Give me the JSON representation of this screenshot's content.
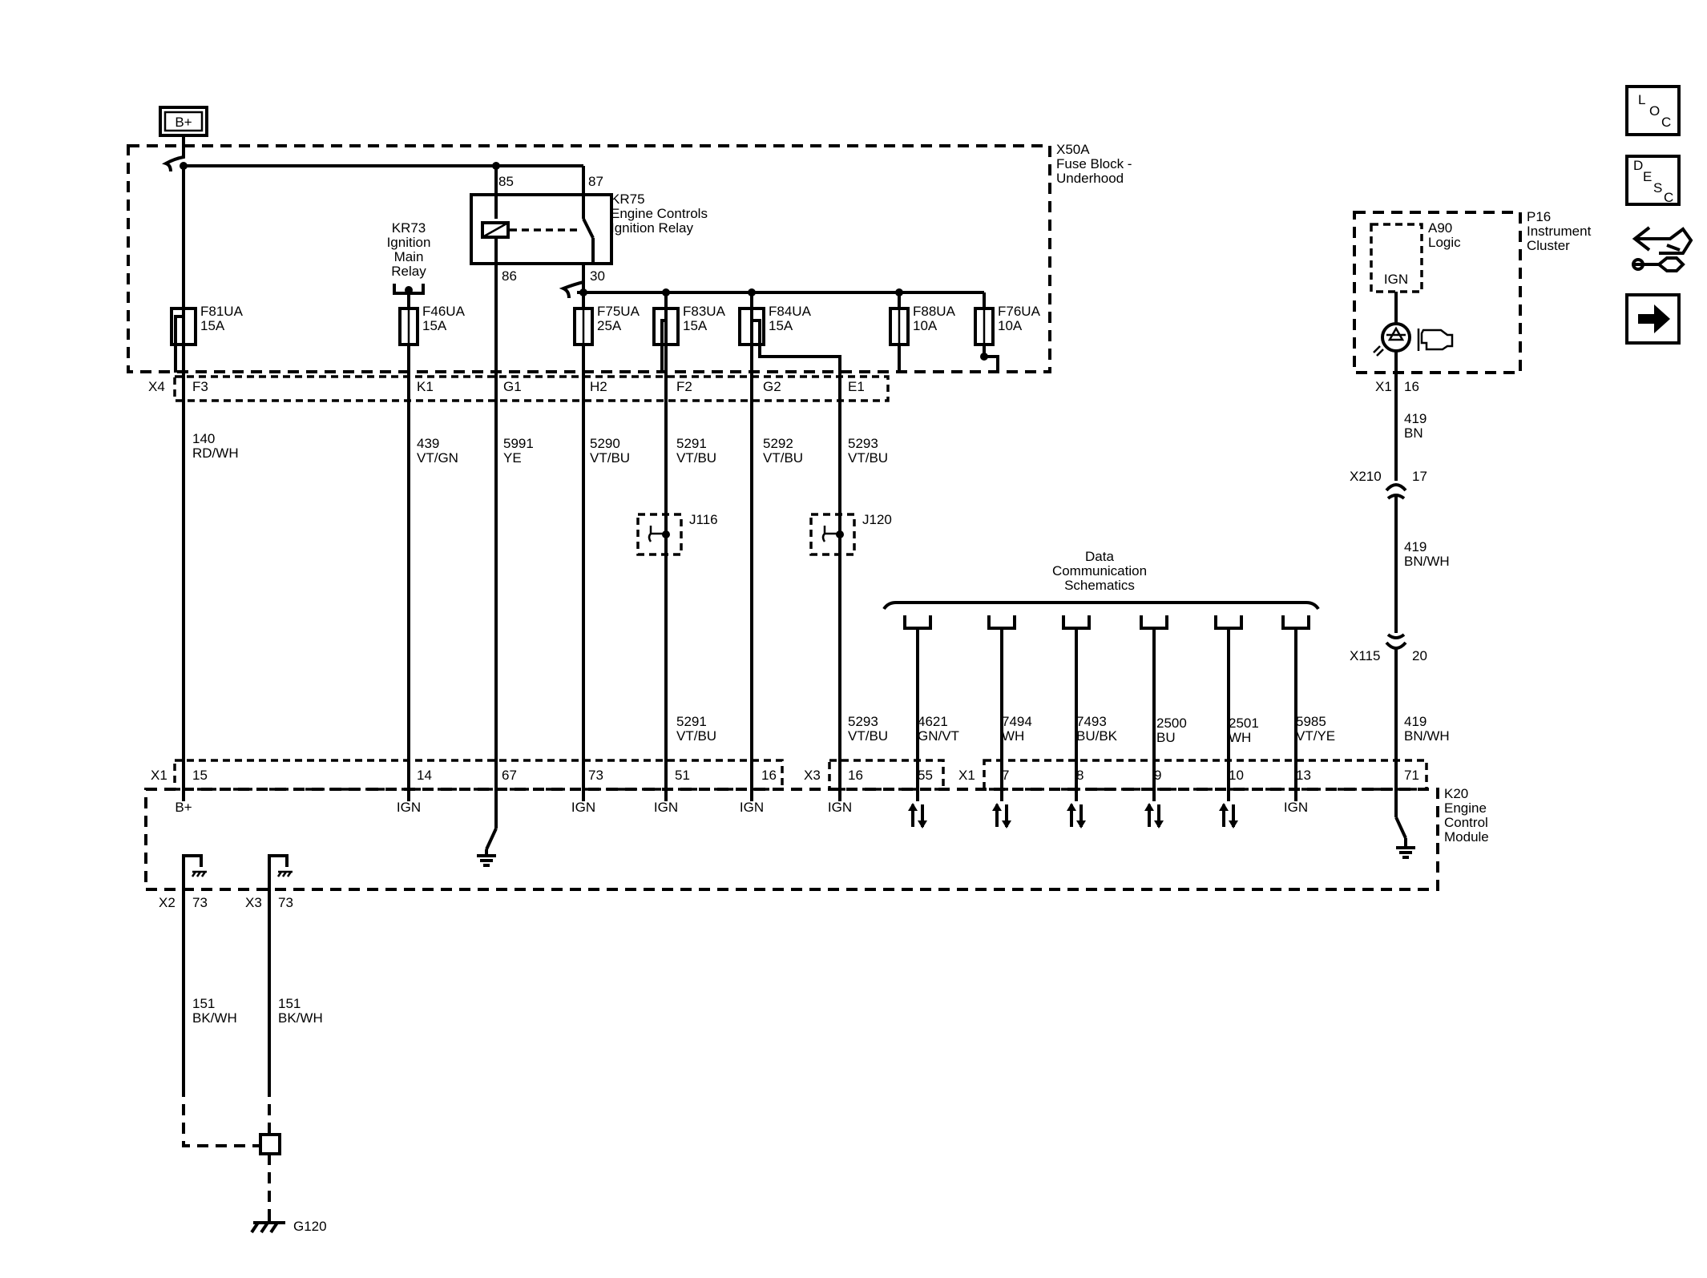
{
  "power": {
    "source_label": "B+"
  },
  "fuse_block": {
    "name": "X50A",
    "desc1": "Fuse Block -",
    "desc2": "Underhood",
    "kr75": {
      "name": "KR75",
      "desc1": "Engine Controls",
      "desc2": "Ignition Relay",
      "pin85": "85",
      "pin87": "87",
      "pin86": "86",
      "pin30": "30"
    },
    "kr73": {
      "name": "KR73",
      "desc1": "Ignition",
      "desc2": "Main",
      "desc3": "Relay"
    },
    "fuses": [
      {
        "name": "F81UA",
        "rating": "15A"
      },
      {
        "name": "F46UA",
        "rating": "15A"
      },
      {
        "name": "F75UA",
        "rating": "25A"
      },
      {
        "name": "F83UA",
        "rating": "15A"
      },
      {
        "name": "F84UA",
        "rating": "15A"
      },
      {
        "name": "F88UA",
        "rating": "10A"
      },
      {
        "name": "F76UA",
        "rating": "10A"
      }
    ],
    "connector": "X4",
    "pins": [
      "F3",
      "K1",
      "G1",
      "H2",
      "F2",
      "G2",
      "E1"
    ]
  },
  "wires": [
    {
      "circuit": "140",
      "color": "RD/WH"
    },
    {
      "circuit": "439",
      "color": "VT/GN"
    },
    {
      "circuit": "5991",
      "color": "YE"
    },
    {
      "circuit": "5290",
      "color": "VT/BU"
    },
    {
      "circuit": "5291",
      "color": "VT/BU"
    },
    {
      "circuit": "5292",
      "color": "VT/BU"
    },
    {
      "circuit": "5293",
      "color": "VT/BU"
    },
    {
      "circuit": "5291",
      "color": "VT/BU"
    },
    {
      "circuit": "5293",
      "color": "VT/BU"
    }
  ],
  "splices": {
    "j116": "J116",
    "j120": "J120"
  },
  "data_comm": {
    "line1": "Data",
    "line2": "Communication",
    "line3": "Schematics",
    "wires": [
      {
        "circuit": "4621",
        "color": "GN/VT"
      },
      {
        "circuit": "7494",
        "color": "WH"
      },
      {
        "circuit": "7493",
        "color": "BU/BK"
      },
      {
        "circuit": "2500",
        "color": "BU"
      },
      {
        "circuit": "2501",
        "color": "WH"
      },
      {
        "circuit": "5985",
        "color": "VT/YE"
      }
    ]
  },
  "cluster": {
    "name": "P16",
    "desc1": "Instrument",
    "desc2": "Cluster",
    "logic_name": "A90",
    "logic_desc": "Logic",
    "ign": "IGN",
    "connector": "X1",
    "pin": "16"
  },
  "cluster_wires": [
    {
      "circuit": "419",
      "color": "BN"
    },
    {
      "circuit": "419",
      "color": "BN/WH"
    },
    {
      "circuit": "419",
      "color": "BN/WH"
    }
  ],
  "inline_connectors": [
    {
      "name": "X210",
      "pin": "17"
    },
    {
      "name": "X115",
      "pin": "20"
    }
  ],
  "ecm": {
    "name": "K20",
    "desc1": "Engine",
    "desc2": "Control",
    "desc3": "Module",
    "x1": "X1",
    "x3": "X3",
    "x1b": "X1",
    "pins": [
      "15",
      "14",
      "67",
      "73",
      "51",
      "16",
      "16",
      "55",
      "7",
      "8",
      "9",
      "10",
      "13",
      "71"
    ],
    "labels": {
      "bplus": "B+",
      "ign": "IGN"
    },
    "ground_conn": [
      {
        "name": "X2",
        "pin": "73"
      },
      {
        "name": "X3",
        "pin": "73"
      }
    ]
  },
  "ground_wires": [
    {
      "circuit": "151",
      "color": "BK/WH"
    },
    {
      "circuit": "151",
      "color": "BK/WH"
    }
  ],
  "ground": {
    "name": "G120"
  },
  "nav": {
    "loc1": "L",
    "loc2": "O",
    "loc3": "C",
    "desc1": "D",
    "desc2": "E",
    "desc3": "S",
    "desc4": "C"
  }
}
